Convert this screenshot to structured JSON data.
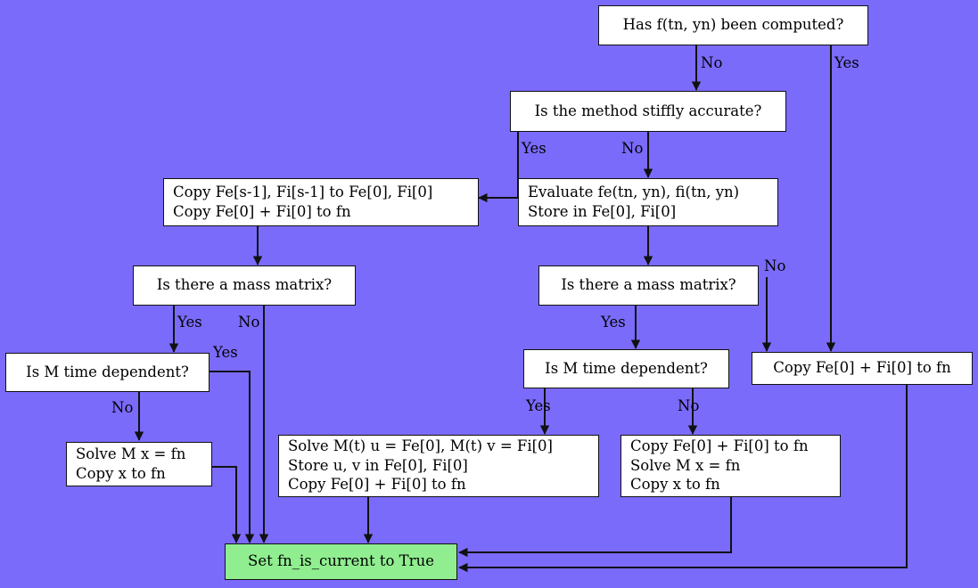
{
  "diagram": {
    "title": "Flowchart: computing f(tn, yn) / setting fn_is_current",
    "background_color": "#7b6bfa",
    "node_fill": "#ffffff",
    "terminal_fill": "#90ee90",
    "stroke_color": "#111111"
  },
  "nodes": {
    "has_f_computed": {
      "lines": [
        "Has f(tn, yn) been computed?"
      ]
    },
    "stiffly_accurate": {
      "lines": [
        "Is the method stiffly accurate?"
      ]
    },
    "copy_prev_stage": {
      "lines": [
        "Copy Fe[s-1], Fi[s-1] to Fe[0], Fi[0]",
        "Copy Fe[0] + Fi[0] to fn"
      ]
    },
    "evaluate_fe_fi": {
      "lines": [
        "Evaluate fe(tn, yn), fi(tn, yn)",
        "Store in Fe[0], Fi[0]"
      ]
    },
    "mass_matrix_left": {
      "lines": [
        "Is there a mass matrix?"
      ]
    },
    "mass_matrix_right": {
      "lines": [
        "Is there a mass matrix?"
      ]
    },
    "m_time_dependent_left": {
      "lines": [
        "Is M time dependent?"
      ]
    },
    "m_time_dependent_right": {
      "lines": [
        "Is M time dependent?"
      ]
    },
    "copy_sum_to_fn_right": {
      "lines": [
        "Copy Fe[0] + Fi[0] to fn"
      ]
    },
    "solve_m_copy_left": {
      "lines": [
        "Solve M x = fn",
        "Copy x to fn"
      ]
    },
    "solve_mt_store": {
      "lines": [
        "Solve M(t) u = Fe[0], M(t) v = Fi[0]",
        "Store u, v in Fe[0], Fi[0]",
        "Copy Fe[0] + Fi[0] to fn"
      ]
    },
    "copy_solve_copy": {
      "lines": [
        "Copy Fe[0] + Fi[0] to fn",
        "Solve M x = fn",
        "Copy x to fn"
      ]
    },
    "set_fn_current": {
      "lines": [
        "Set fn_is_current to True"
      ]
    }
  },
  "edge_labels": {
    "root_no": "No",
    "root_yes": "Yes",
    "stiffly_yes": "Yes",
    "stiffly_no": "No",
    "mass_left_yes": "Yes",
    "mass_left_no": "No",
    "mass_right_yes": "Yes",
    "mass_right_no": "No",
    "mtd_left_yes": "Yes",
    "mtd_left_no": "No",
    "mtd_right_yes": "Yes",
    "mtd_right_no": "No"
  }
}
